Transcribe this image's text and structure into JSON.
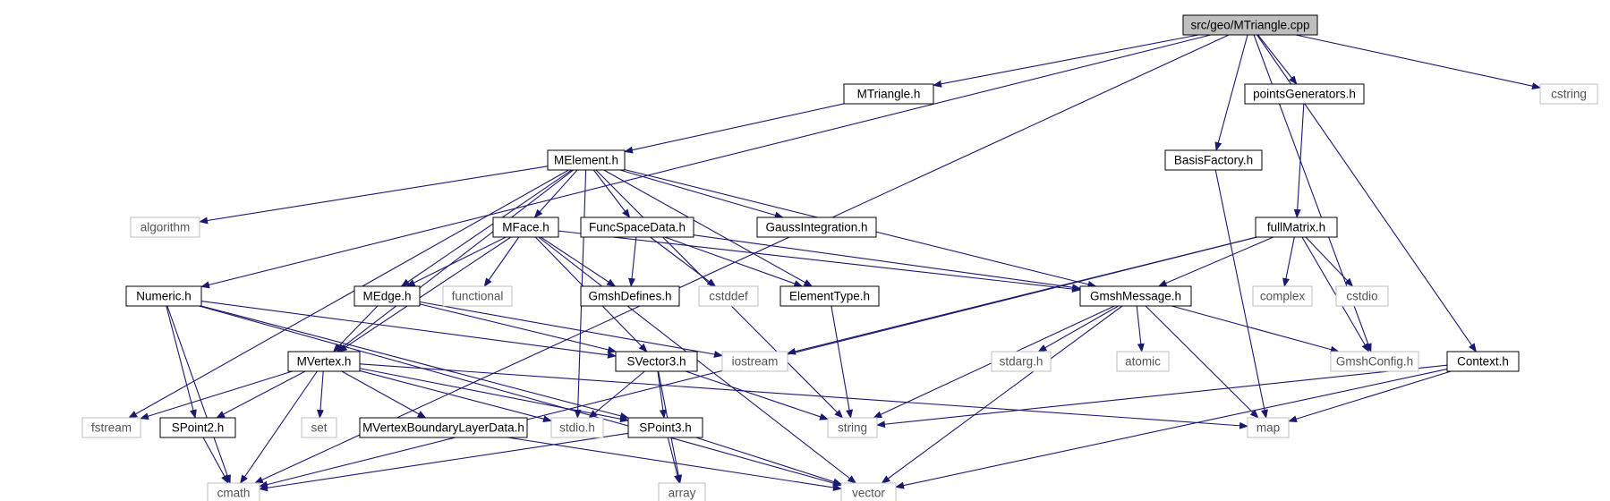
{
  "colors": {
    "edge": "#191970",
    "border_internal": "#000000",
    "border_external": "#bfbfbf",
    "text_internal": "#000000",
    "text_external": "#545454",
    "root_fill": "#bfbfbf",
    "node_fill": "#ffffff"
  },
  "nodes": [
    {
      "id": "root",
      "label": "src/geo/MTriangle.cpp",
      "kind": "root"
    },
    {
      "id": "mtri",
      "label": "MTriangle.h",
      "kind": "internal"
    },
    {
      "id": "pgen",
      "label": "pointsGenerators.h",
      "kind": "internal"
    },
    {
      "id": "cstring",
      "label": "cstring",
      "kind": "external"
    },
    {
      "id": "melem",
      "label": "MElement.h",
      "kind": "internal"
    },
    {
      "id": "bfact",
      "label": "BasisFactory.h",
      "kind": "internal"
    },
    {
      "id": "algorithm",
      "label": "algorithm",
      "kind": "external"
    },
    {
      "id": "mface",
      "label": "MFace.h",
      "kind": "internal"
    },
    {
      "id": "funcsp",
      "label": "FuncSpaceData.h",
      "kind": "internal"
    },
    {
      "id": "gaussint",
      "label": "GaussIntegration.h",
      "kind": "internal"
    },
    {
      "id": "fullmat",
      "label": "fullMatrix.h",
      "kind": "internal"
    },
    {
      "id": "numeric",
      "label": "Numeric.h",
      "kind": "internal"
    },
    {
      "id": "medge",
      "label": "MEdge.h",
      "kind": "internal"
    },
    {
      "id": "functional",
      "label": "functional",
      "kind": "external"
    },
    {
      "id": "gmshdef",
      "label": "GmshDefines.h",
      "kind": "internal"
    },
    {
      "id": "cstddef",
      "label": "cstddef",
      "kind": "external"
    },
    {
      "id": "elemtype",
      "label": "ElementType.h",
      "kind": "internal"
    },
    {
      "id": "gmshmsg",
      "label": "GmshMessage.h",
      "kind": "internal"
    },
    {
      "id": "complex",
      "label": "complex",
      "kind": "external"
    },
    {
      "id": "cstdio",
      "label": "cstdio",
      "kind": "external"
    },
    {
      "id": "mvertex",
      "label": "MVertex.h",
      "kind": "internal"
    },
    {
      "id": "svec3",
      "label": "SVector3.h",
      "kind": "internal"
    },
    {
      "id": "iostream",
      "label": "iostream",
      "kind": "external"
    },
    {
      "id": "stdarg",
      "label": "stdarg.h",
      "kind": "external"
    },
    {
      "id": "atomic",
      "label": "atomic",
      "kind": "external"
    },
    {
      "id": "gmshcfg",
      "label": "GmshConfig.h",
      "kind": "external"
    },
    {
      "id": "context",
      "label": "Context.h",
      "kind": "internal"
    },
    {
      "id": "fstream",
      "label": "fstream",
      "kind": "external"
    },
    {
      "id": "spoint2",
      "label": "SPoint2.h",
      "kind": "internal"
    },
    {
      "id": "set",
      "label": "set",
      "kind": "external"
    },
    {
      "id": "mvbld",
      "label": "MVertexBoundaryLayerData.h",
      "kind": "internal"
    },
    {
      "id": "stdio",
      "label": "stdio.h",
      "kind": "external"
    },
    {
      "id": "spoint3",
      "label": "SPoint3.h",
      "kind": "internal"
    },
    {
      "id": "string",
      "label": "string",
      "kind": "external"
    },
    {
      "id": "map",
      "label": "map",
      "kind": "external"
    },
    {
      "id": "cmath",
      "label": "cmath",
      "kind": "external"
    },
    {
      "id": "array",
      "label": "array",
      "kind": "external"
    },
    {
      "id": "vector",
      "label": "vector",
      "kind": "external"
    }
  ],
  "edges": [
    [
      "root",
      "mtri"
    ],
    [
      "root",
      "pgen"
    ],
    [
      "root",
      "cstring"
    ],
    [
      "root",
      "bfact"
    ],
    [
      "root",
      "gmshcfg"
    ],
    [
      "root",
      "context"
    ],
    [
      "root",
      "numeric"
    ],
    [
      "root",
      "cmath"
    ],
    [
      "mtri",
      "melem"
    ],
    [
      "pgen",
      "fullmat"
    ],
    [
      "bfact",
      "map"
    ],
    [
      "melem",
      "algorithm"
    ],
    [
      "melem",
      "mface"
    ],
    [
      "melem",
      "funcsp"
    ],
    [
      "melem",
      "gaussint"
    ],
    [
      "melem",
      "medge"
    ],
    [
      "melem",
      "mvertex"
    ],
    [
      "melem",
      "elemtype"
    ],
    [
      "melem",
      "gmshmsg"
    ],
    [
      "melem",
      "string"
    ],
    [
      "melem",
      "fstream"
    ],
    [
      "melem",
      "stdio"
    ],
    [
      "mface",
      "mvertex"
    ],
    [
      "mface",
      "medge"
    ],
    [
      "mface",
      "functional"
    ],
    [
      "mface",
      "gmshdef"
    ],
    [
      "mface",
      "svec3"
    ],
    [
      "mface",
      "gmshmsg"
    ],
    [
      "mface",
      "vector"
    ],
    [
      "funcsp",
      "gmshdef"
    ],
    [
      "funcsp",
      "cstddef"
    ],
    [
      "funcsp",
      "elemtype"
    ],
    [
      "funcsp",
      "gmshmsg"
    ],
    [
      "fullmat",
      "gmshmsg"
    ],
    [
      "fullmat",
      "complex"
    ],
    [
      "fullmat",
      "cstdio"
    ],
    [
      "fullmat",
      "gmshcfg"
    ],
    [
      "fullmat",
      "iostream"
    ],
    [
      "fullmat",
      "cmath"
    ],
    [
      "numeric",
      "spoint2"
    ],
    [
      "numeric",
      "svec3"
    ],
    [
      "numeric",
      "spoint3"
    ],
    [
      "numeric",
      "cmath"
    ],
    [
      "numeric",
      "vector"
    ],
    [
      "medge",
      "mvertex"
    ],
    [
      "medge",
      "svec3"
    ],
    [
      "medge",
      "iostream"
    ],
    [
      "elemtype",
      "string"
    ],
    [
      "gmshmsg",
      "stdarg"
    ],
    [
      "gmshmsg",
      "atomic"
    ],
    [
      "gmshmsg",
      "gmshcfg"
    ],
    [
      "gmshmsg",
      "map"
    ],
    [
      "gmshmsg",
      "string"
    ],
    [
      "gmshmsg",
      "vector"
    ],
    [
      "mvertex",
      "fstream"
    ],
    [
      "mvertex",
      "spoint2"
    ],
    [
      "mvertex",
      "set"
    ],
    [
      "mvertex",
      "mvbld"
    ],
    [
      "mvertex",
      "stdio"
    ],
    [
      "mvertex",
      "spoint3"
    ],
    [
      "mvertex",
      "map"
    ],
    [
      "mvertex",
      "cmath"
    ],
    [
      "svec3",
      "spoint3"
    ],
    [
      "svec3",
      "stdio"
    ],
    [
      "svec3",
      "string"
    ],
    [
      "svec3",
      "array"
    ],
    [
      "spoint2",
      "cmath"
    ],
    [
      "spoint3",
      "cmath"
    ],
    [
      "spoint3",
      "array"
    ],
    [
      "spoint3",
      "vector"
    ],
    [
      "mvbld",
      "vector"
    ],
    [
      "context",
      "string"
    ],
    [
      "context",
      "map"
    ],
    [
      "context",
      "vector"
    ]
  ]
}
